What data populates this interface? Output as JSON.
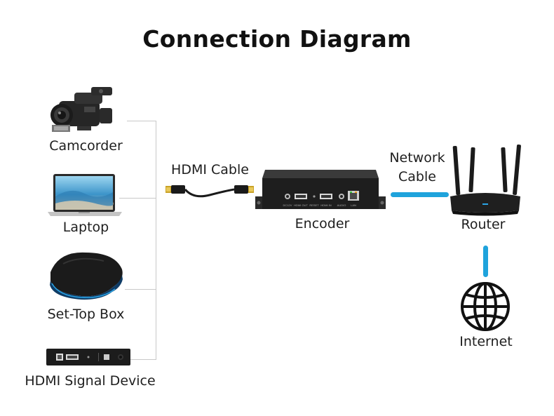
{
  "diagram": {
    "title": "Connection Diagram",
    "sources": [
      {
        "label": "Camcorder",
        "icon": "camcorder-icon"
      },
      {
        "label": "Laptop",
        "icon": "laptop-icon"
      },
      {
        "label": "Set-Top Box",
        "icon": "set-top-box-icon"
      },
      {
        "label": "HDMI Signal Device",
        "icon": "hdmi-device-icon"
      }
    ],
    "hdmi_cable_label": "HDMI Cable",
    "encoder_label": "Encoder",
    "encoder_ports": [
      "DC12V",
      "HDMI OUT",
      "RESET",
      "HDMI IN",
      "AUDIO",
      "LAN"
    ],
    "network_cable_label": "Network Cable",
    "router_label": "Router",
    "internet_label": "Internet",
    "colors": {
      "network_link": "#1fa3dc",
      "connector_gold": "#c9a227",
      "device_black": "#1b1b1b",
      "bracket_line": "#c8c8c8"
    }
  }
}
